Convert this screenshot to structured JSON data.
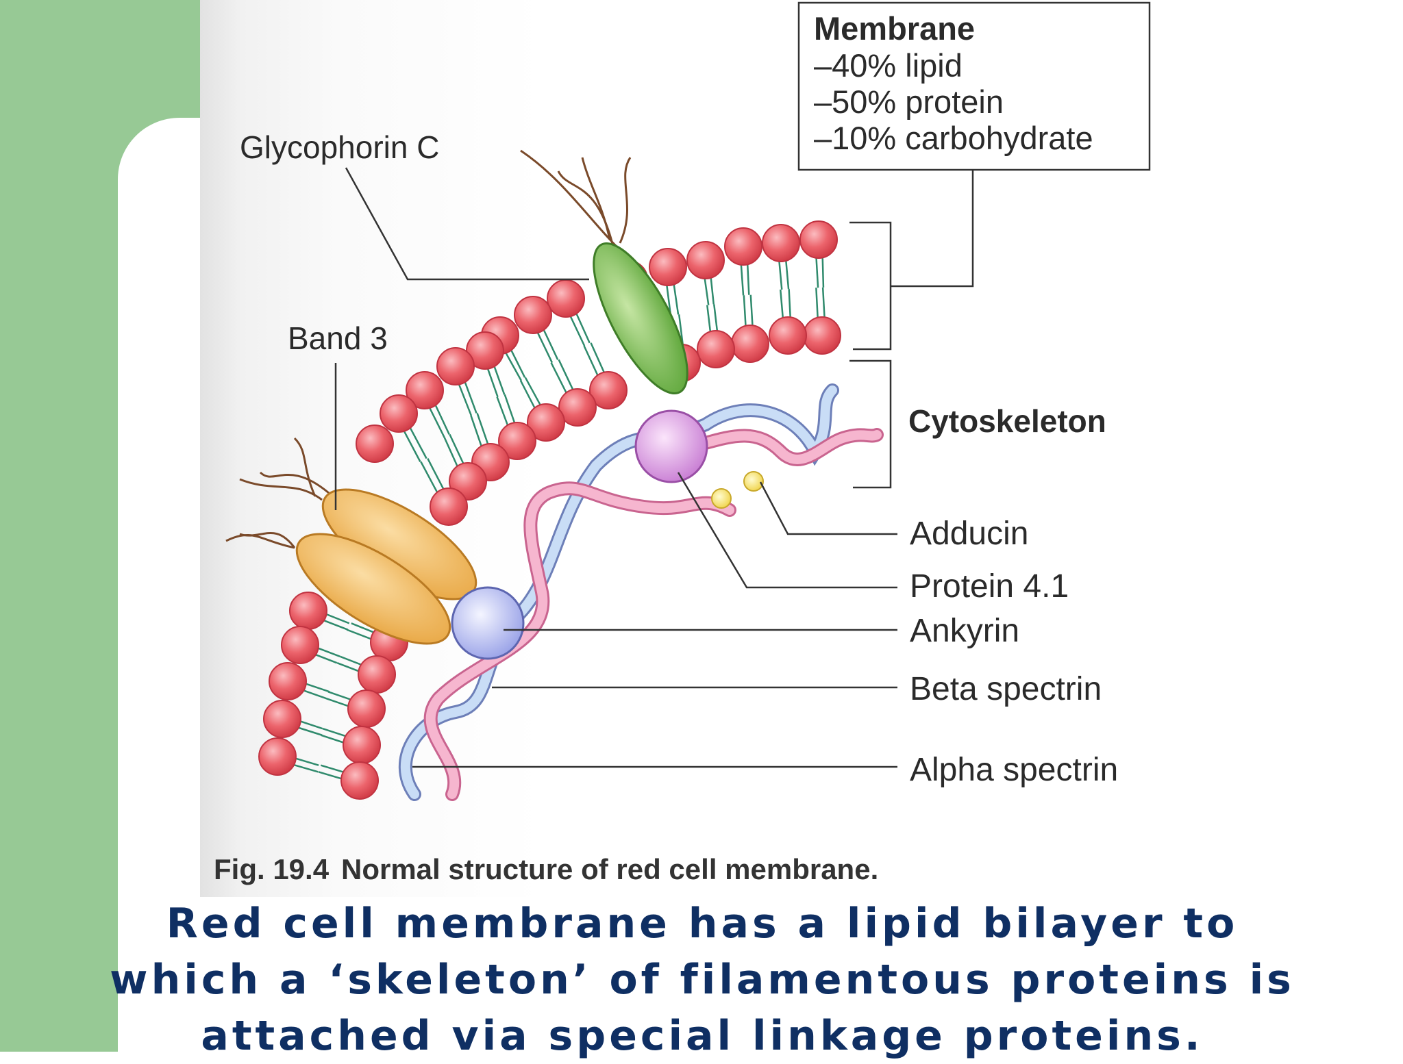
{
  "slide": {
    "colors": {
      "accent_green": "#97c995",
      "caption_blue": "#0f2f63",
      "lipid_head": "#e8555f",
      "glycophorin": "#79b84e",
      "band3": "#f0b860",
      "protein41": "#d79be0",
      "ankyrin": "#b9bff2",
      "alpha_spectrin": "#b8d4f2",
      "beta_spectrin": "#f2a7c6",
      "adducin": "#f7e36e"
    },
    "caption": "Red cell membrane has a lipid bilayer to which a ‘skeleton’ of filamentous proteins is attached via special linkage proteins."
  },
  "figure": {
    "membrane_box": {
      "title": "Membrane",
      "lines": [
        "–40% lipid",
        "–50% protein",
        "–10% carbohydrate"
      ]
    },
    "labels": {
      "glycophorin": "Glycophorin C",
      "band3": "Band 3",
      "cytoskeleton": "Cytoskeleton",
      "adducin": "Adducin",
      "protein41": "Protein 4.1",
      "ankyrin": "Ankyrin",
      "beta_spectrin": "Beta spectrin",
      "alpha_spectrin": "Alpha spectrin"
    },
    "fig_number": "Fig. 19.4",
    "fig_title": "Normal structure of red cell membrane."
  }
}
